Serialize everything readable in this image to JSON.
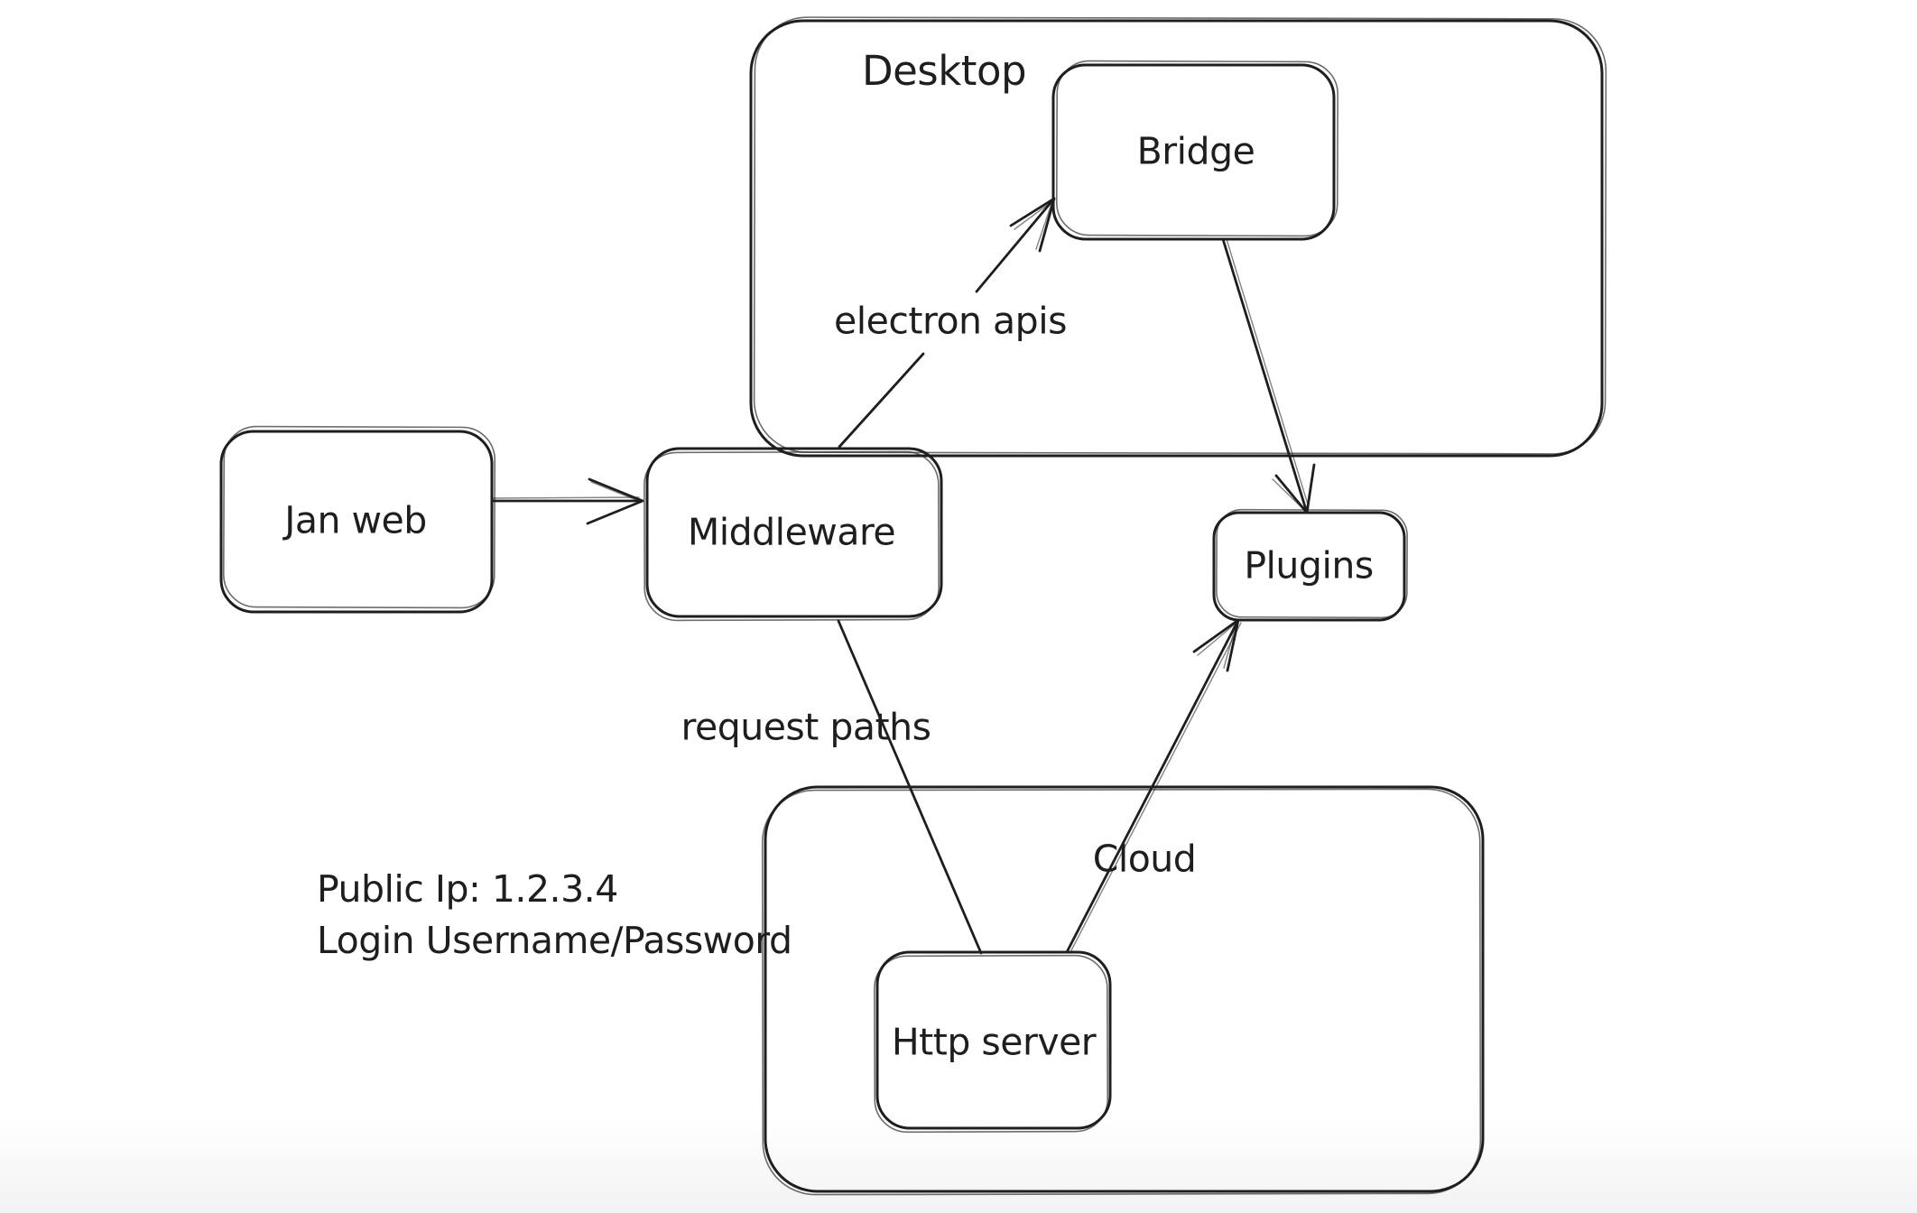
{
  "canvas": {
    "background": "#ffffff",
    "background_bottom_fade": "#f2f2f4",
    "stroke_color": "#1e1e1e"
  },
  "diagram": {
    "containers": {
      "desktop": {
        "label": "Desktop"
      },
      "cloud": {
        "label": "Cloud"
      }
    },
    "nodes": {
      "jan_web": {
        "label": "Jan web"
      },
      "middleware": {
        "label": "Middleware"
      },
      "bridge": {
        "label": "Bridge"
      },
      "plugins": {
        "label": "Plugins"
      },
      "http_server": {
        "label": "Http server"
      }
    },
    "edge_labels": {
      "electron_apis": "electron apis",
      "request_paths": "request paths"
    },
    "notes": {
      "public_ip": "Public Ip: 1.2.3.4",
      "login": "Login Username/Password"
    },
    "edges": [
      {
        "from": "jan_web",
        "to": "middleware",
        "arrowhead": true
      },
      {
        "from": "middleware",
        "to": "bridge",
        "label": "electron apis",
        "arrowhead": true
      },
      {
        "from": "bridge",
        "to": "plugins",
        "arrowhead": true
      },
      {
        "from": "http_server",
        "to": "plugins",
        "arrowhead": true
      },
      {
        "from": "middleware",
        "to": "http_server",
        "label": "request paths",
        "arrowhead": false
      }
    ]
  }
}
